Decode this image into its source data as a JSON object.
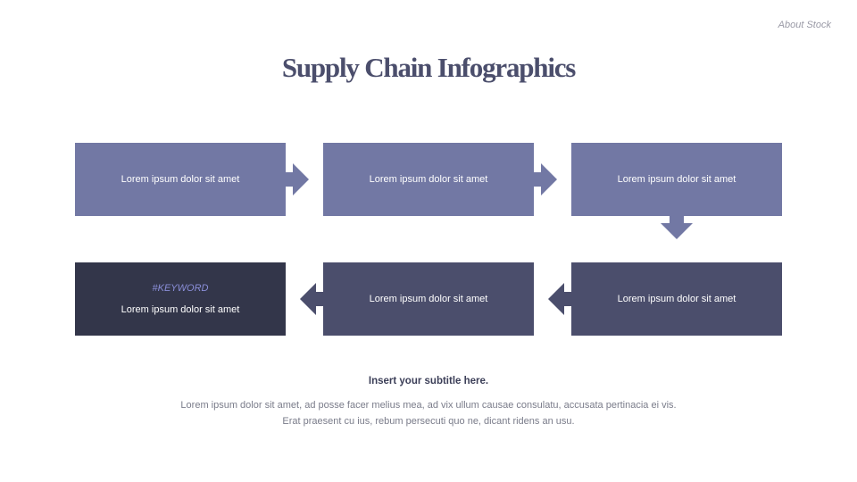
{
  "header": {
    "brand": "About Stock",
    "title": "Supply Chain Infographics"
  },
  "steps": [
    {
      "label": "Lorem ipsum dolor sit amet"
    },
    {
      "label": "Lorem ipsum dolor sit amet"
    },
    {
      "label": "Lorem ipsum dolor sit amet"
    },
    {
      "label": "Lorem ipsum dolor sit amet"
    },
    {
      "label": "Lorem ipsum dolor sit amet"
    },
    {
      "keyword": "#KEYWORD",
      "label": "Lorem ipsum dolor sit amet"
    }
  ],
  "footer": {
    "subtitle": "Insert your subtitle here.",
    "body_line1": "Lorem ipsum dolor sit amet, ad posse facer melius mea, ad vix ullum causae consulatu, accusata pertinacia ei vis.",
    "body_line2": "Erat praesent cu ius, rebum persecuti quo ne, dicant ridens an usu."
  },
  "colors": {
    "row_top": "#7278a4",
    "row_bottom": "#4b4e6c",
    "final_step": "#33364a",
    "keyword": "#8a8ed8"
  },
  "icons": [
    "arrow-right-icon",
    "arrow-down-icon",
    "arrow-left-icon"
  ]
}
